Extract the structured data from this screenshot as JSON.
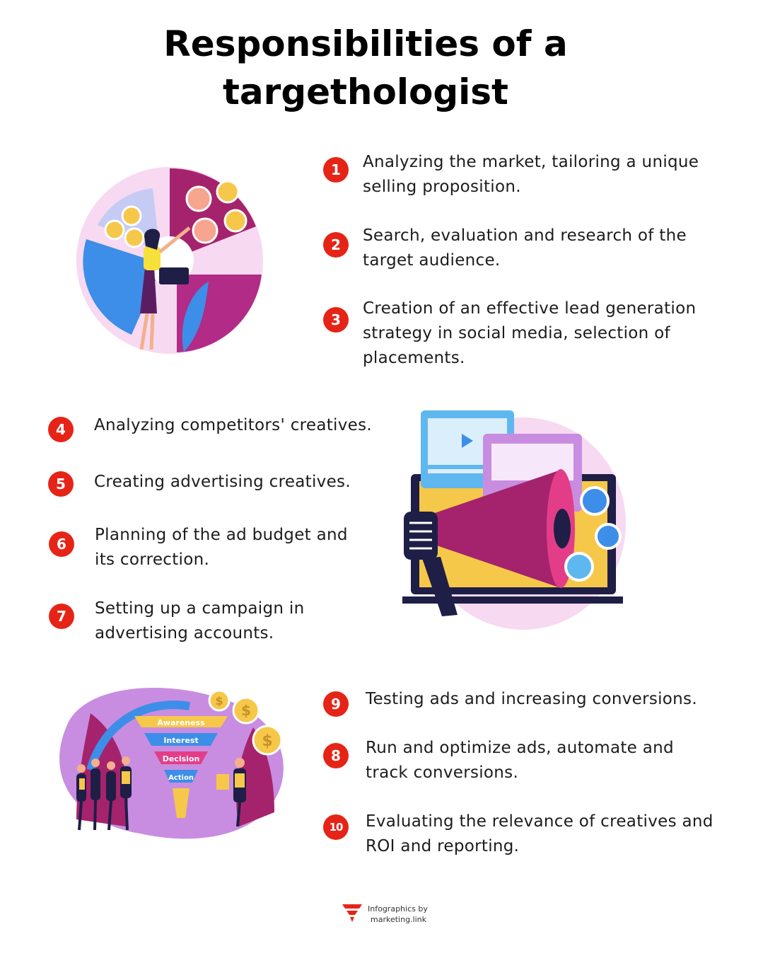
{
  "title": {
    "line1": "Responsibilities of a",
    "line2": "targethologist"
  },
  "items": [
    {
      "number": "1",
      "line1": "Analyzing the market, tailoring a unique",
      "line2": "selling proposition.",
      "line3": ""
    },
    {
      "number": "2",
      "line1": "Search, evaluation and research of the",
      "line2": "target audience.",
      "line3": ""
    },
    {
      "number": "3",
      "line1": "Creation of an effective lead generation",
      "line2": "strategy in social media, selection of",
      "line3": "placements."
    },
    {
      "number": "4",
      "line1": "Analyzing competitors' creatives.",
      "line2": "",
      "line3": ""
    },
    {
      "number": "5",
      "line1": "Creating advertising creatives.",
      "line2": "",
      "line3": ""
    },
    {
      "number": "6",
      "line1": "Planning of the ad budget and",
      "line2": "its correction.",
      "line3": ""
    },
    {
      "number": "7",
      "line1": "Setting up a campaign in",
      "line2": "advertising accounts.",
      "line3": ""
    },
    {
      "number": "9",
      "line1": "Testing ads and increasing conversions.",
      "line2": "",
      "line3": ""
    },
    {
      "number": "8",
      "line1": "Run and optimize ads, automate and",
      "line2": "track conversions.",
      "line3": ""
    },
    {
      "number": "10",
      "line1": "Evaluating the relevance of creatives and",
      "line2": "ROI and reporting.",
      "line3": ""
    }
  ],
  "funnel": {
    "stage1": "Awareness",
    "stage2": "Interest",
    "stage3": "Decision",
    "stage4": "Action"
  },
  "footer": {
    "line1": "Infographics by",
    "line2": "marketing.link"
  },
  "colors": {
    "badge": "#e52417",
    "accent_purple": "#9b2a6e",
    "accent_blue": "#3d8ee8",
    "accent_yellow": "#f6c84a"
  },
  "icons": [
    "pie-chart-illustration-icon",
    "megaphone-illustration-icon",
    "sales-funnel-illustration-icon",
    "marketing-link-logo-icon"
  ]
}
